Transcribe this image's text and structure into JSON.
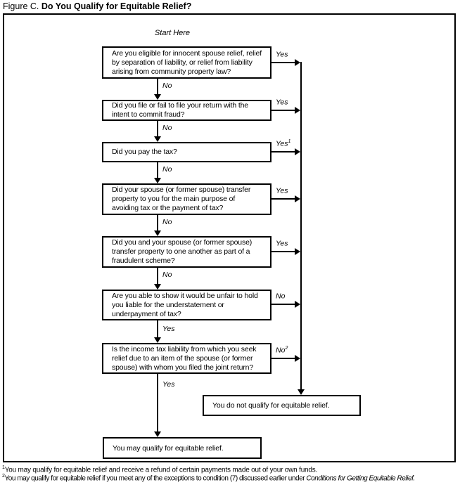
{
  "figure": {
    "label": "Figure C.",
    "title": " Do You Qualify for Equitable Relief?"
  },
  "flowchart": {
    "start_label": "Start Here",
    "questions": [
      {
        "text": "Are you eligible for innocent spouse relief, relief\nby separation of liability, or relief from liability\narising from community property law?",
        "branch_right": {
          "label": "Yes",
          "sup": ""
        },
        "branch_down": {
          "label": "No"
        }
      },
      {
        "text": "Did you file or fail to file your return with the\nintent to commit fraud?",
        "branch_right": {
          "label": "Yes",
          "sup": ""
        },
        "branch_down": {
          "label": "No"
        }
      },
      {
        "text": "Did you pay the tax?",
        "branch_right": {
          "label": "Yes",
          "sup": "1"
        },
        "branch_down": {
          "label": "No"
        }
      },
      {
        "text": "Did your spouse (or former spouse) transfer\nproperty to you for the main purpose of\navoiding tax or the payment of tax?",
        "branch_right": {
          "label": "Yes",
          "sup": ""
        },
        "branch_down": {
          "label": "No"
        }
      },
      {
        "text": "Did you and your spouse (or former spouse)\ntransfer property to one another as part of a\nfraudulent scheme?",
        "branch_right": {
          "label": "Yes",
          "sup": ""
        },
        "branch_down": {
          "label": "No"
        }
      },
      {
        "text": "Are you able to show it would be unfair to hold\nyou liable for the understatement or\nunderpayment of tax?",
        "branch_right": {
          "label": "No",
          "sup": ""
        },
        "branch_down": {
          "label": "Yes"
        }
      },
      {
        "text": "Is the income tax liability from which you seek\nrelief due to an item of the spouse (or former\nspouse) with whom you filed the joint return?",
        "branch_right": {
          "label": "No",
          "sup": "2"
        },
        "branch_down": {
          "label": "Yes"
        }
      }
    ],
    "outcomes": {
      "not_qualify": "You do not qualify for equitable relief.",
      "may_qualify": "You may qualify for equitable relief."
    }
  },
  "footnotes": [
    {
      "sup": "1",
      "text": "You may qualify for equitable relief and receive a refund of certain payments made out of your own funds.",
      "italic_suffix": ""
    },
    {
      "sup": "2",
      "text": "You may qualify for equitable relief if you meet any of the exceptions to condition (7) discussed earlier under ",
      "italic_suffix": "Conditions for Getting Equitable Relief."
    }
  ]
}
